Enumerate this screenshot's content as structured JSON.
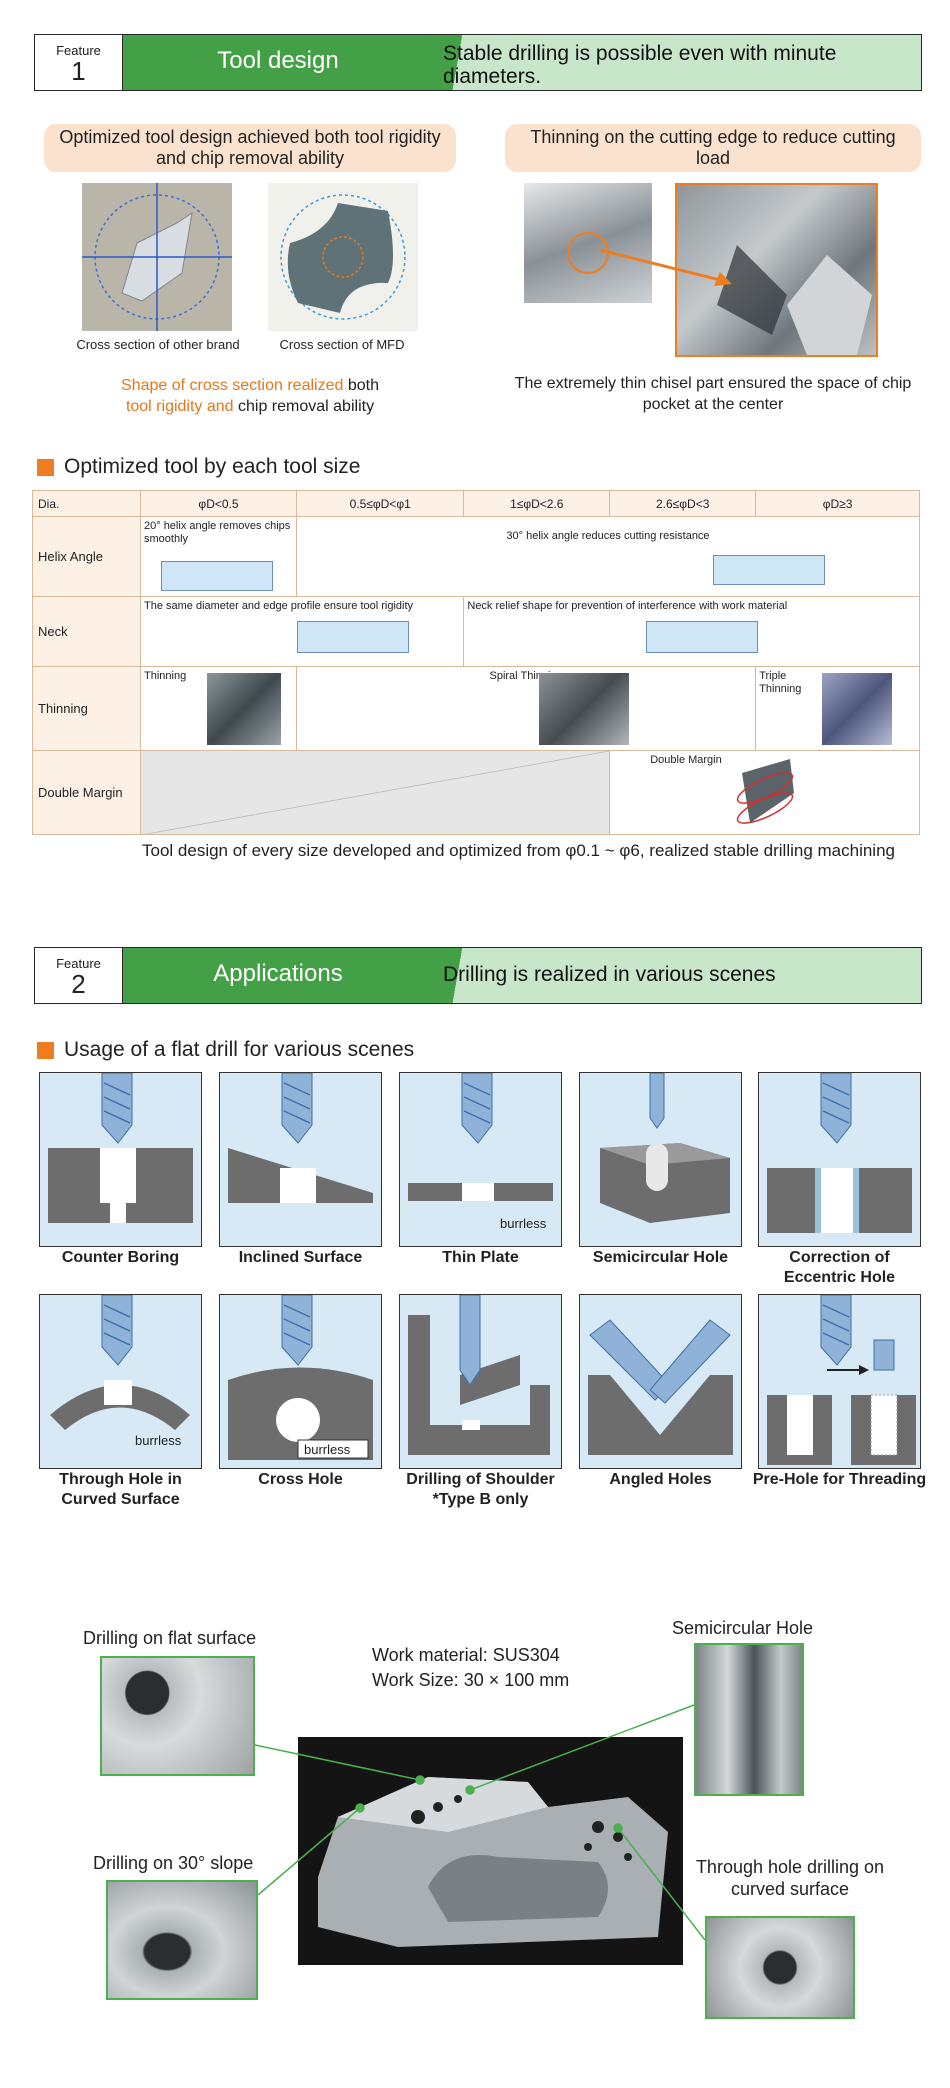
{
  "feature1": {
    "label": "Feature",
    "num": "1",
    "title": "Tool design",
    "desc": "Stable drilling is possible even with minute diameters."
  },
  "left_pill": "Optimized tool design achieved both tool rigidity and chip removal ability",
  "right_pill": "Thinning on the cutting edge to reduce cutting load",
  "cap_other": "Cross section of other brand",
  "cap_mfd": "Cross section of MFD",
  "shape_text": {
    "o1": "Shape of cross section realized",
    "b1": " both",
    "o2": "tool rigidity and",
    "b2": " chip removal ability"
  },
  "chisel_text": "The extremely thin chisel part ensured the space of chip pocket at the center",
  "section1": "Optimized tool by each tool size",
  "table": {
    "headers": [
      "Dia.",
      "φD<0.5",
      "0.5≤φD<φ1",
      "1≤φD<2.6",
      "2.6≤φD<3",
      "φD≥3"
    ],
    "helix_row": "Helix Angle",
    "helix_20": "20° helix angle removes chips smoothly",
    "helix_30": "30° helix angle reduces cutting resistance",
    "neck_row": "Neck",
    "neck_same": "The same diameter and edge profile ensure tool rigidity",
    "neck_relief": "Neck relief shape for prevention of interference with work material",
    "thin_row": "Thinning",
    "thin_a": "Thinning",
    "thin_b": "Spiral Thinning",
    "thin_c": "Triple Thinning",
    "dm_row": "Double Margin",
    "dm_label": "Double Margin"
  },
  "table_note": "Tool design of every size developed and optimized from φ0.1 ~ φ6, realized stable drilling machining",
  "feature2": {
    "label": "Feature",
    "num": "2",
    "title": "Applications",
    "desc": "Drilling is realized in various scenes"
  },
  "section2": "Usage of a flat drill for various scenes",
  "apps": [
    "Counter Boring",
    "Inclined Surface",
    "Thin Plate",
    "Semicircular Hole",
    "Correction of Eccentric Hole",
    "Through Hole in Curved Surface",
    "Cross Hole",
    "Drilling of Shoulder *Type B only",
    "Angled Holes",
    "Pre-Hole for Threading"
  ],
  "burrless": "burrless",
  "photo": {
    "material": "Work material: SUS304",
    "size": "Work Size: 30 × 100 mm",
    "flat": "Drilling on flat surface",
    "semi": "Semicircular Hole",
    "slope": "Drilling on 30° slope",
    "curved": "Through hole drilling on curved surface"
  },
  "colors": {
    "green": "#43a047",
    "light_green": "#c8e6c9",
    "orange": "#ed7d21",
    "pill": "#fbe2cf",
    "card_bg": "#d6e9f5"
  }
}
